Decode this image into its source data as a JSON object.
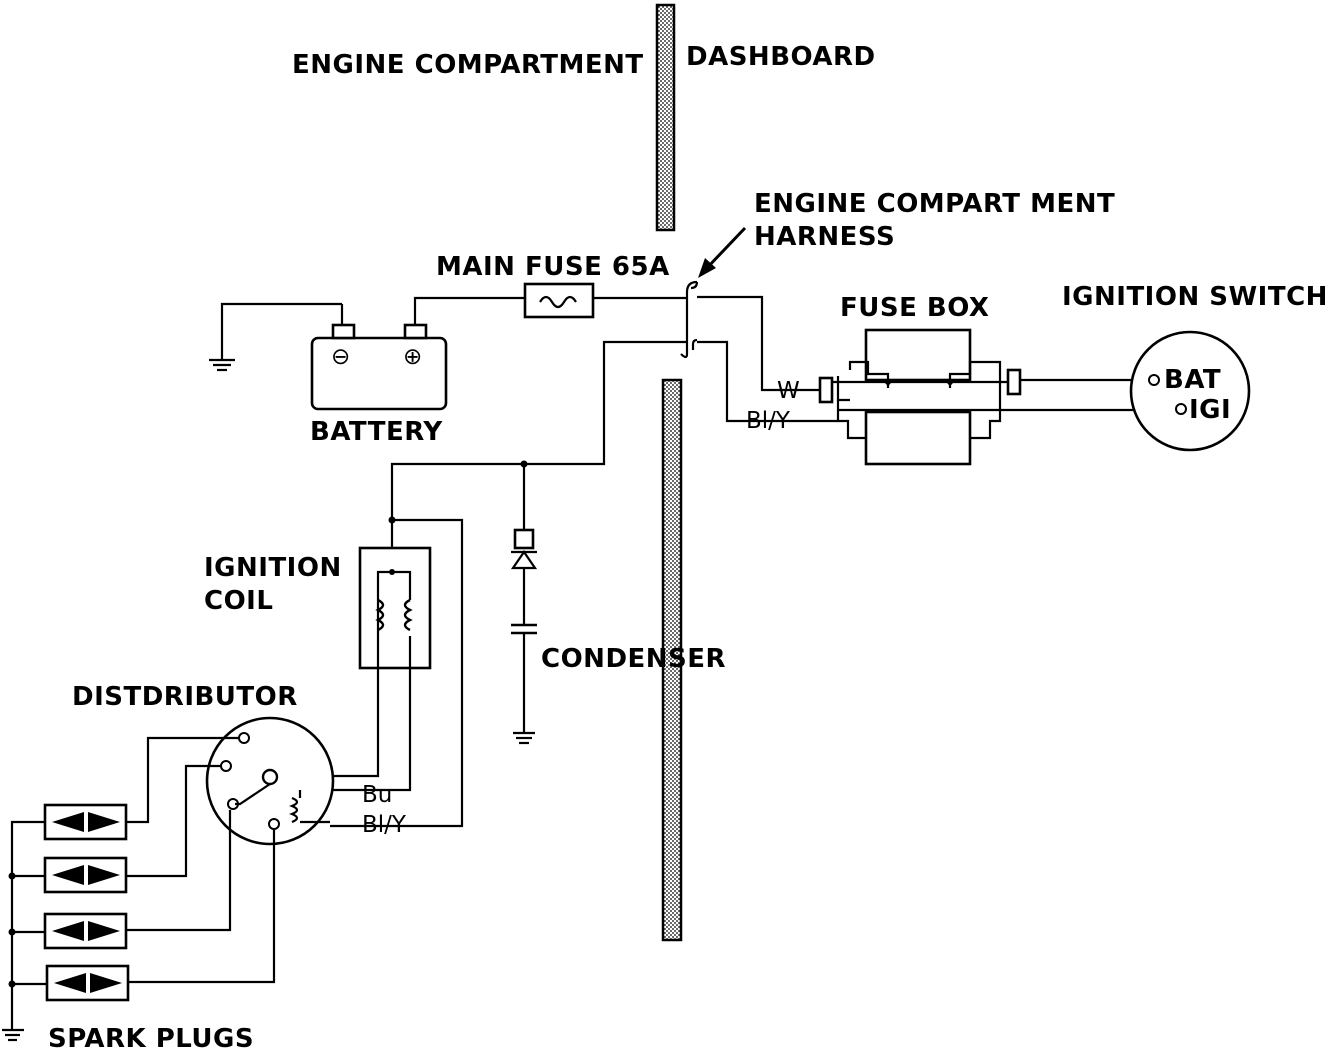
{
  "labels": {
    "engine_compartment": "ENGINE COMPARTMENT",
    "dashboard": "DASHBOARD",
    "harness_line1": "ENGINE COMPART MENT",
    "harness_line2": "HARNESS",
    "main_fuse": "MAIN FUSE 65A",
    "fuse_box": "FUSE BOX",
    "ignition_switch": "IGNITION SWITCH",
    "battery": "BATTERY",
    "ignition_coil_line1": "IGNITION",
    "ignition_coil_line2": "COIL",
    "condenser": "CONDENSER",
    "distributor": "DISTDRIBUTOR",
    "spark_plugs": "SPARK PLUGS"
  },
  "wire_labels": {
    "white": "W",
    "black_yellow_top": "Bl/Y",
    "blue": "Bu",
    "black_yellow_bottom": "Bl/Y"
  },
  "terminals": {
    "bat": "BAT",
    "igi": "IGI",
    "battery_negative": "⊖",
    "battery_positive": "⊕"
  },
  "colors": {
    "ink": "#000000",
    "background": "#ffffff"
  }
}
